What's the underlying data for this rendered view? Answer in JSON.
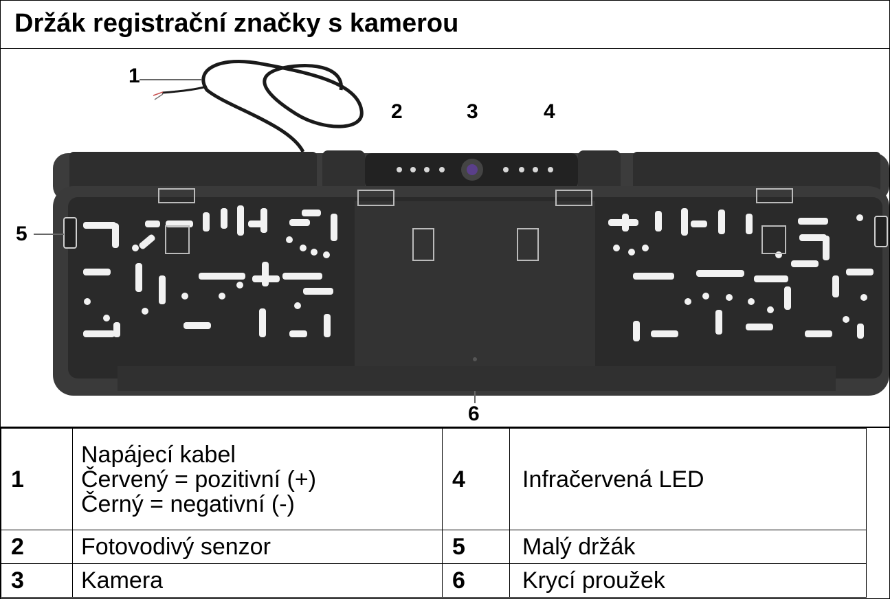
{
  "title": "Držák registrační značky s kamerou",
  "callouts": [
    "1",
    "2",
    "3",
    "4",
    "5",
    "6"
  ],
  "parts": [
    {
      "num": "1",
      "lines": [
        "Napájecí kabel",
        "Červený = pozitivní (+)",
        "Černý = negativní (-)"
      ]
    },
    {
      "num": "4",
      "lines": [
        "Infračervená LED"
      ]
    },
    {
      "num": "2",
      "lines": [
        "Fotovodivý senzor"
      ]
    },
    {
      "num": "5",
      "lines": [
        "Malý držák"
      ]
    },
    {
      "num": "3",
      "lines": [
        "Kamera"
      ]
    },
    {
      "num": "6",
      "lines": [
        "Krycí proužek"
      ]
    }
  ],
  "colors": {
    "frame": "#3a3a3a",
    "plate": "#2b2b2b",
    "inner": "#1e1e1e",
    "holes": "#f2f2f2"
  }
}
